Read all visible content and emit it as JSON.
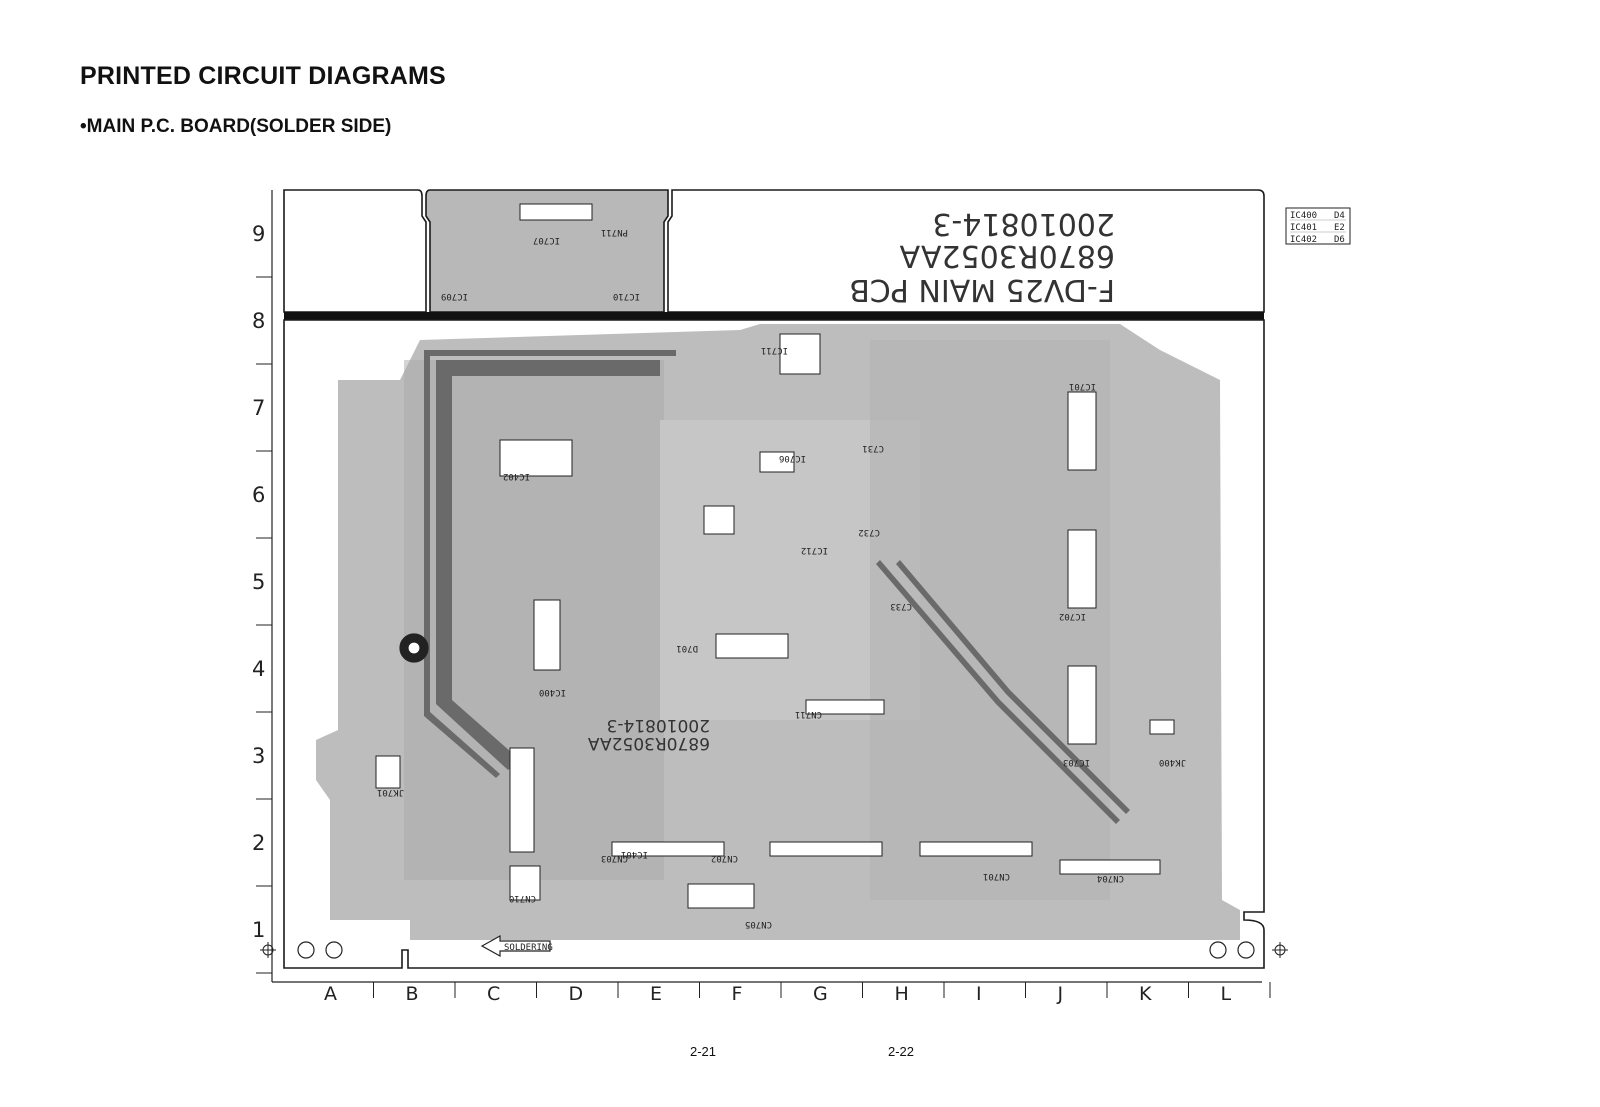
{
  "page": {
    "title": "PRINTED CIRCUIT DIAGRAMS",
    "subtitle": "•MAIN P.C. BOARD(SOLDER SIDE)",
    "page_left": "2-21",
    "page_right": "2-22"
  },
  "grid": {
    "rows": [
      "9",
      "8",
      "7",
      "6",
      "5",
      "4",
      "3",
      "2",
      "1"
    ],
    "columns": [
      "A",
      "B",
      "C",
      "D",
      "E",
      "F",
      "G",
      "H",
      "I",
      "J",
      "K",
      "L"
    ]
  },
  "board": {
    "marking_line1": "F-DV25 MAIN PCB",
    "marking_line2": "6870R3052AA",
    "marking_line3": "20010814-3",
    "marking_small_1": "6870R3052AA",
    "marking_small_2": "20010814-3",
    "soldering_label": "SOLDERING",
    "component_labels": [
      "IC701",
      "IC702",
      "IC703",
      "IC706",
      "IC707",
      "IC709",
      "IC710",
      "IC711",
      "IC712",
      "IC400",
      "IC401",
      "IC402",
      "CN701",
      "CN702",
      "CN703",
      "CN704",
      "CN705",
      "CN710",
      "CN711",
      "PN711",
      "C731",
      "C732",
      "C733",
      "D701",
      "JK400",
      "JK701"
    ]
  },
  "legend": {
    "rows": [
      {
        "ref": "IC400",
        "loc": "D4"
      },
      {
        "ref": "IC401",
        "loc": "E2"
      },
      {
        "ref": "IC402",
        "loc": "D6"
      }
    ]
  },
  "colors": {
    "copper": "#b8b8b8",
    "trace_dark": "#6a6a6a",
    "outline": "#1a1a1a",
    "background": "#ffffff"
  }
}
